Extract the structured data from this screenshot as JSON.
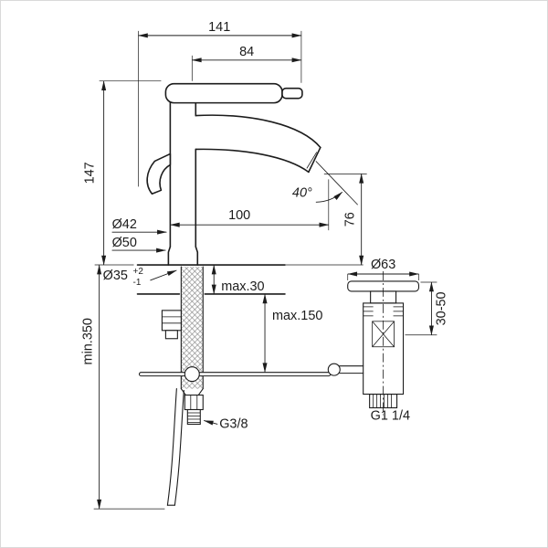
{
  "colors": {
    "line": "#1c1c1c",
    "background": "#ffffff",
    "frame": "#d9d9d9"
  },
  "labels": {
    "dim_total_width": "141",
    "dim_handle_length": "84",
    "dim_height": "147",
    "dim_spout_reach": "100",
    "spout_angle": "40°",
    "dim_spout_height": "76",
    "dia_body": "Ø42",
    "dia_base": "Ø50",
    "dia_hole": "Ø35",
    "dia_hole_tol_upper": "+2",
    "dia_hole_tol_lower": "-1",
    "deck_thickness": "max.30",
    "rod_distance": "max.150",
    "hose_length": "min.350",
    "dia_waste_flange": "Ø63",
    "waste_height_range": "30-50",
    "waste_thread": "G1 1/4",
    "supply_thread": "G3/8"
  }
}
